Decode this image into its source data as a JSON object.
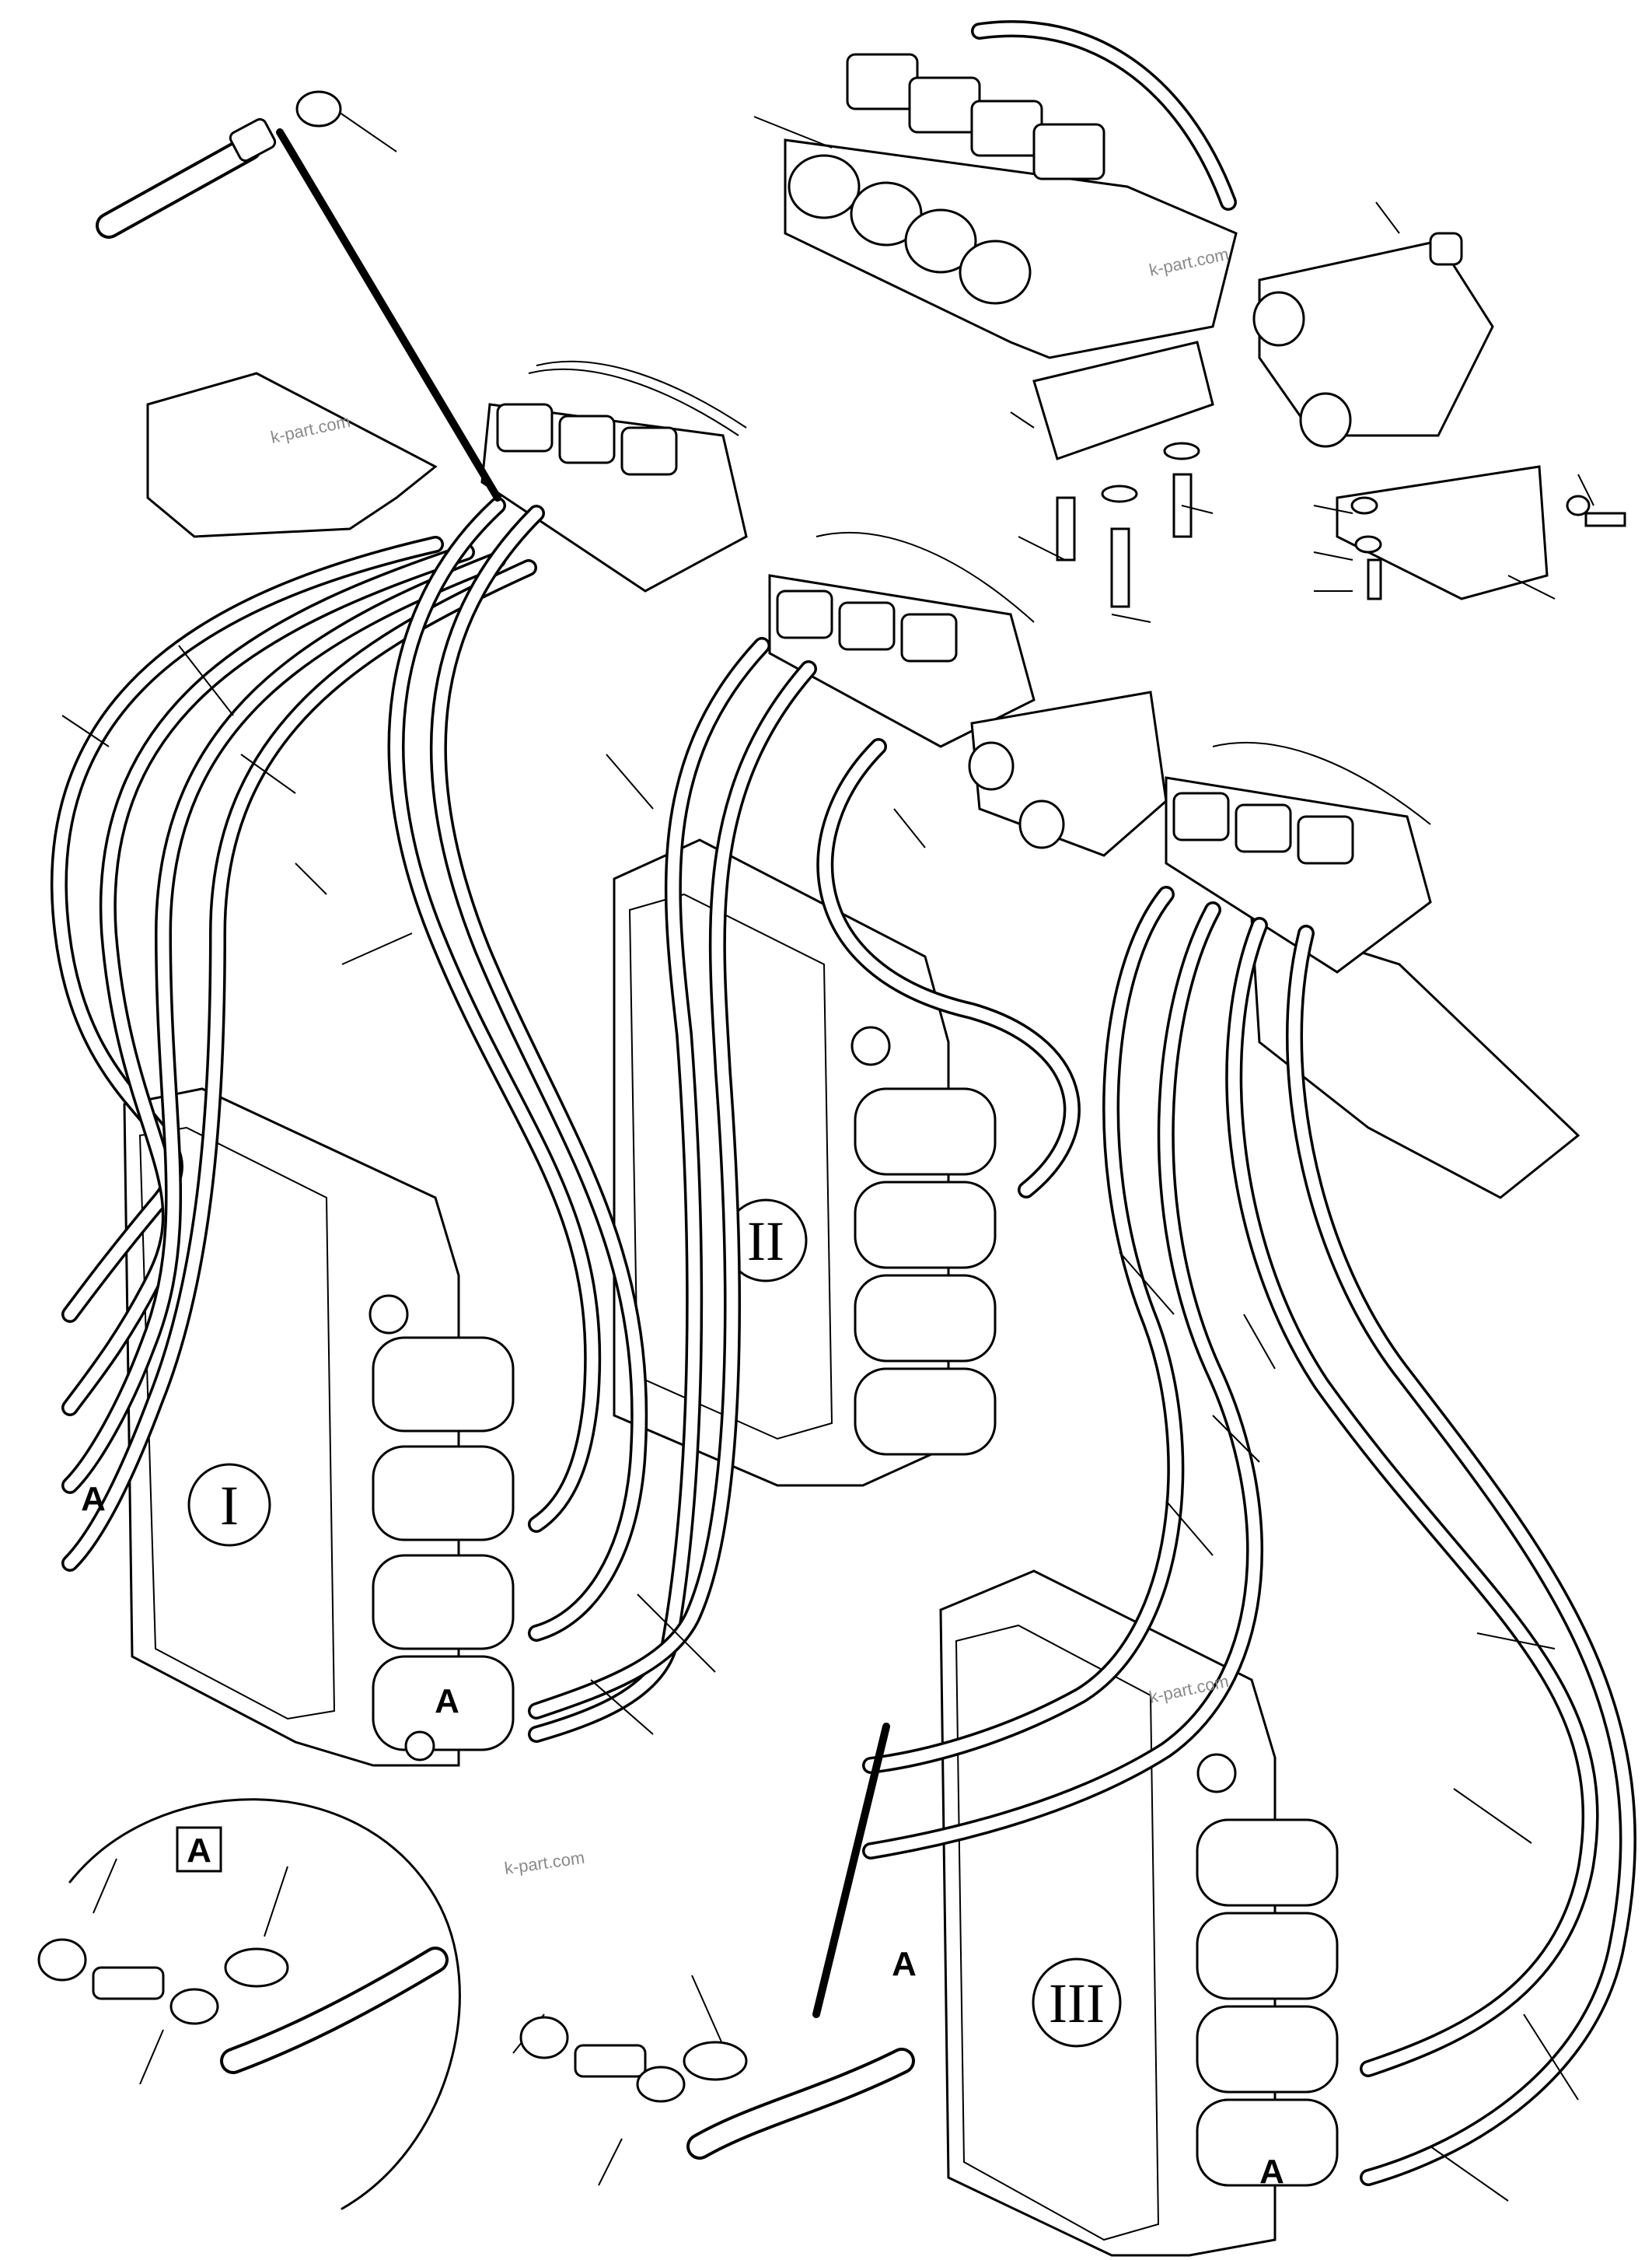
{
  "title": "",
  "detail_label": "A",
  "fitting_label": "A",
  "valve_blocks": [
    {
      "id": "I",
      "label": "I"
    },
    {
      "id": "II",
      "label": "II"
    },
    {
      "id": "III",
      "label": "III"
    }
  ],
  "watermark": "k-part.com"
}
